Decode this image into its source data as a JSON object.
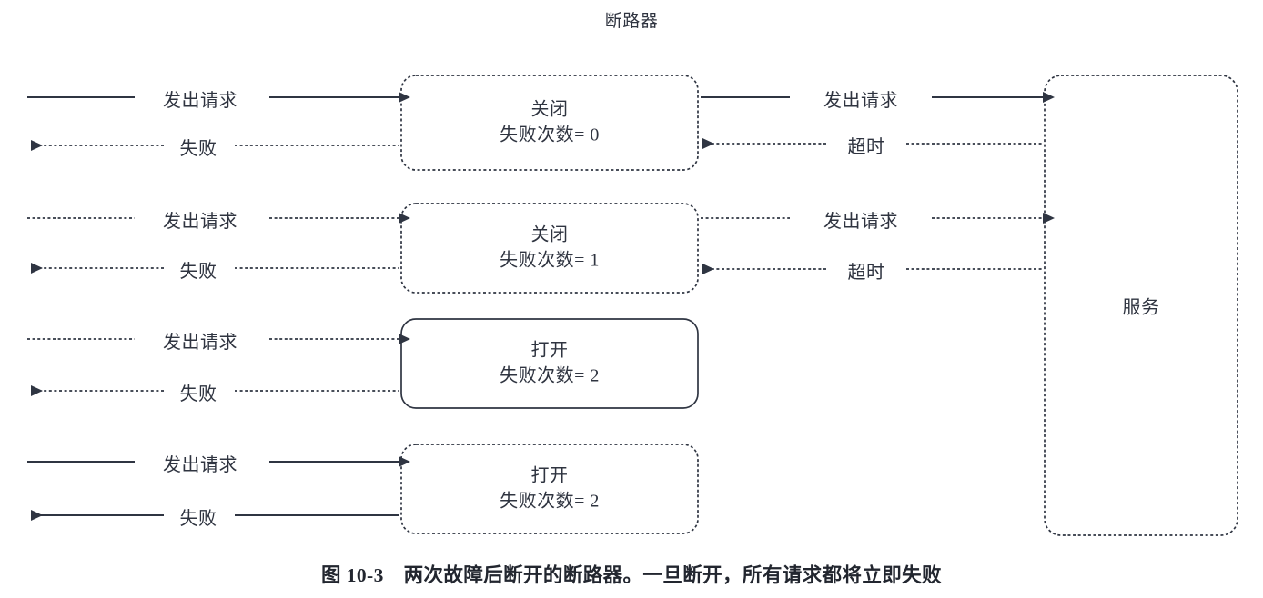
{
  "figure": {
    "title": "断路器",
    "caption": "图 10-3　两次故障后断开的断路器。一旦断开，所有请求都将立即失败",
    "service_label": "服务",
    "colors": {
      "stroke": "#2f3542",
      "text": "#2f3440",
      "background": "#ffffff"
    }
  },
  "rows": [
    {
      "id": "row-1",
      "state_title": "关闭",
      "state_counter": "失败次数= 0",
      "box_border": "dashed",
      "left_request_label": "发出请求",
      "left_request_style": "solid",
      "left_response_label": "失败",
      "left_response_style": "dashed",
      "right_request_label": "发出请求",
      "right_request_style": "solid",
      "right_response_label": "超时",
      "right_response_style": "dashed"
    },
    {
      "id": "row-2",
      "state_title": "关闭",
      "state_counter": "失败次数= 1",
      "box_border": "dashed",
      "left_request_label": "发出请求",
      "left_request_style": "dashed",
      "left_response_label": "失败",
      "left_response_style": "dashed",
      "right_request_label": "发出请求",
      "right_request_style": "dashed",
      "right_response_label": "超时",
      "right_response_style": "dashed"
    },
    {
      "id": "row-3",
      "state_title": "打开",
      "state_counter": "失败次数= 2",
      "box_border": "solid",
      "left_request_label": "发出请求",
      "left_request_style": "dashed",
      "left_response_label": "失败",
      "left_response_style": "dashed",
      "right_request_label": "",
      "right_request_style": "none",
      "right_response_label": "",
      "right_response_style": "none"
    },
    {
      "id": "row-4",
      "state_title": "打开",
      "state_counter": "失败次数= 2",
      "box_border": "dashed",
      "left_request_label": "发出请求",
      "left_request_style": "solid",
      "left_response_label": "失败",
      "left_response_style": "solid",
      "right_request_label": "",
      "right_request_style": "none",
      "right_response_label": "",
      "right_response_style": "none"
    }
  ]
}
